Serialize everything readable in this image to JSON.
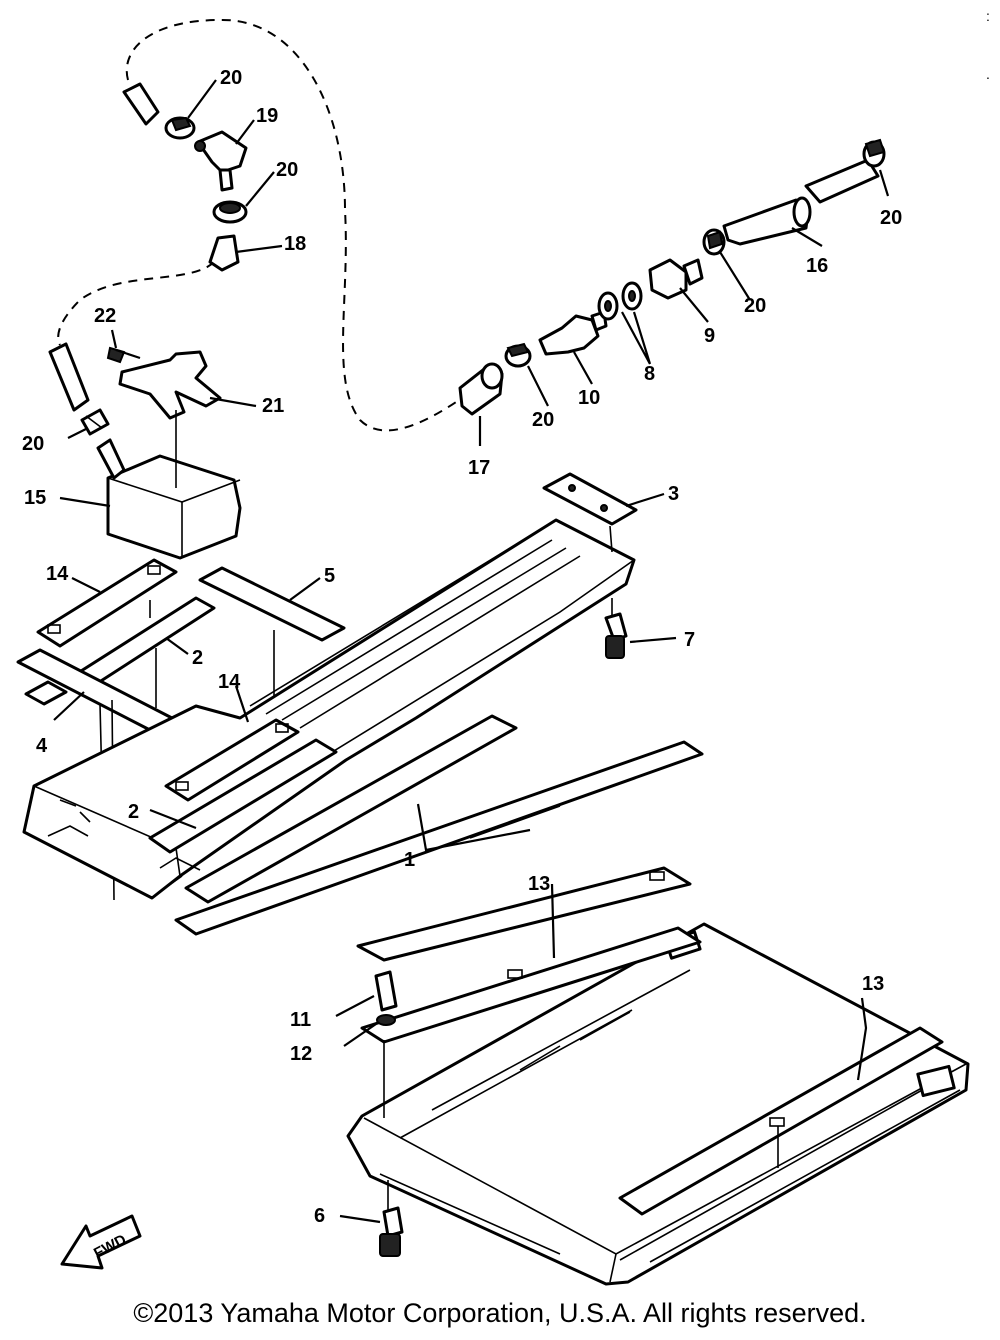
{
  "diagram": {
    "callouts": [
      {
        "id": "c20a",
        "label": "20"
      },
      {
        "id": "c19",
        "label": "19"
      },
      {
        "id": "c20b",
        "label": "20"
      },
      {
        "id": "c18",
        "label": "18"
      },
      {
        "id": "c22",
        "label": "22"
      },
      {
        "id": "c21",
        "label": "21"
      },
      {
        "id": "c20c",
        "label": "20"
      },
      {
        "id": "c15",
        "label": "15"
      },
      {
        "id": "c14a",
        "label": "14"
      },
      {
        "id": "c5",
        "label": "5"
      },
      {
        "id": "c2a",
        "label": "2"
      },
      {
        "id": "c4",
        "label": "4"
      },
      {
        "id": "c14b",
        "label": "14"
      },
      {
        "id": "c2b",
        "label": "2"
      },
      {
        "id": "c1",
        "label": "1"
      },
      {
        "id": "c3",
        "label": "3"
      },
      {
        "id": "c7",
        "label": "7"
      },
      {
        "id": "c17",
        "label": "17"
      },
      {
        "id": "c20d",
        "label": "20"
      },
      {
        "id": "c10",
        "label": "10"
      },
      {
        "id": "c8",
        "label": "8"
      },
      {
        "id": "c9",
        "label": "9"
      },
      {
        "id": "c20e",
        "label": "20"
      },
      {
        "id": "c16",
        "label": "16"
      },
      {
        "id": "c20f",
        "label": "20"
      },
      {
        "id": "c13a",
        "label": "13"
      },
      {
        "id": "c13b",
        "label": "13"
      },
      {
        "id": "c11",
        "label": "11"
      },
      {
        "id": "c12",
        "label": "12"
      },
      {
        "id": "c6",
        "label": "6"
      }
    ],
    "fwd_label": "FWD"
  },
  "footer": {
    "copyright": "©2013 Yamaha Motor Corporation, U.S.A. All rights reserved."
  },
  "edge_marks": {
    "top": ":",
    "second": "."
  }
}
